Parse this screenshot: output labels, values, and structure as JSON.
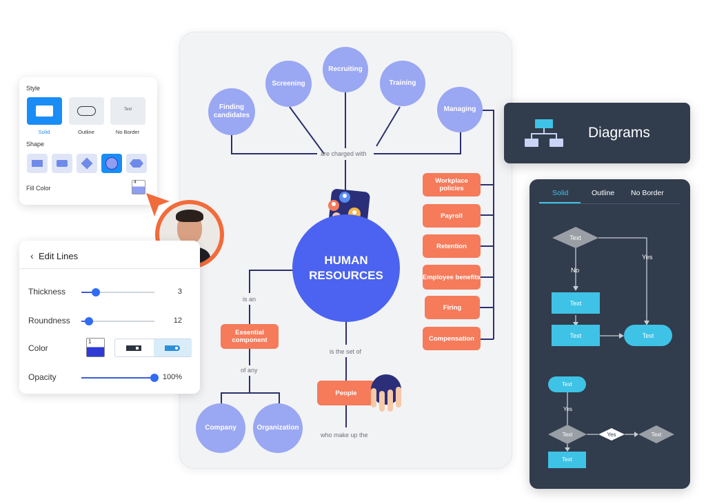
{
  "colors": {
    "accent_blue": "#4b63f0",
    "node_purple": "#9aa7f2",
    "node_coral": "#f57b5b",
    "panel_dark": "#313c4d",
    "flow_cyan": "#3ec3e6",
    "flow_gray": "#9a9fa6",
    "line_navy": "#2a2f6d",
    "avatar_ring": "#f26b3a"
  },
  "style_panel": {
    "style_heading": "Style",
    "styles": [
      {
        "label": "Solid",
        "selected": true
      },
      {
        "label": "Outline",
        "selected": false
      },
      {
        "label": "No Border",
        "selected": false
      }
    ],
    "no_border_tile_text": "Text",
    "shape_heading": "Shape",
    "shapes": [
      "rectangle-icon",
      "rounded-rectangle-icon",
      "diamond-icon",
      "circle-icon",
      "hexagon-icon"
    ],
    "selected_shape": 3,
    "fill_color_label": "Fill Color",
    "fill_swatch_value": "4"
  },
  "edit_lines": {
    "title": "Edit Lines",
    "thickness_label": "Thickness",
    "thickness_value": "3",
    "thickness_fraction": 0.2,
    "roundness_label": "Roundness",
    "roundness_value": "12",
    "roundness_fraction": 0.1,
    "color_label": "Color",
    "color_swatch_value": "1",
    "opacity_label": "Opacity",
    "opacity_value": "100%",
    "opacity_fraction": 1.0
  },
  "mindmap": {
    "center": "HUMAN RESOURCES",
    "top_nodes": [
      "Finding candidates",
      "Screening",
      "Recruiting",
      "Training",
      "Managing"
    ],
    "top_connector_label": "are charged with",
    "right_nodes": [
      "Workplace policies",
      "Payroll",
      "Retention",
      "Employee benefits",
      "Firing",
      "Compensation"
    ],
    "left_connector_label": "is an",
    "essential_node": "Essential component",
    "of_any_label": "of any",
    "bottom_left_nodes": [
      "Company",
      "Organization"
    ],
    "set_of_label": "is the set of",
    "people_node": "People",
    "make_up_label": "who make up the"
  },
  "diagrams_card": {
    "title": "Diagrams",
    "icon": "org-chart-icon"
  },
  "flowchart": {
    "tabs": [
      {
        "label": "Solid",
        "active": true
      },
      {
        "label": "Outline",
        "active": false
      },
      {
        "label": "No Border",
        "active": false
      }
    ],
    "diamond_1": "Text",
    "no_label": "No",
    "yes_label_1": "Yes",
    "box_1": "Text",
    "box_2": "Text",
    "terminal_1": "Text",
    "pill_2": "Text",
    "yes_label_2": "Yes",
    "diamond_2": "Text",
    "yes_diamond": "Yes",
    "diamond_3": "Text",
    "box_3": "Text"
  }
}
